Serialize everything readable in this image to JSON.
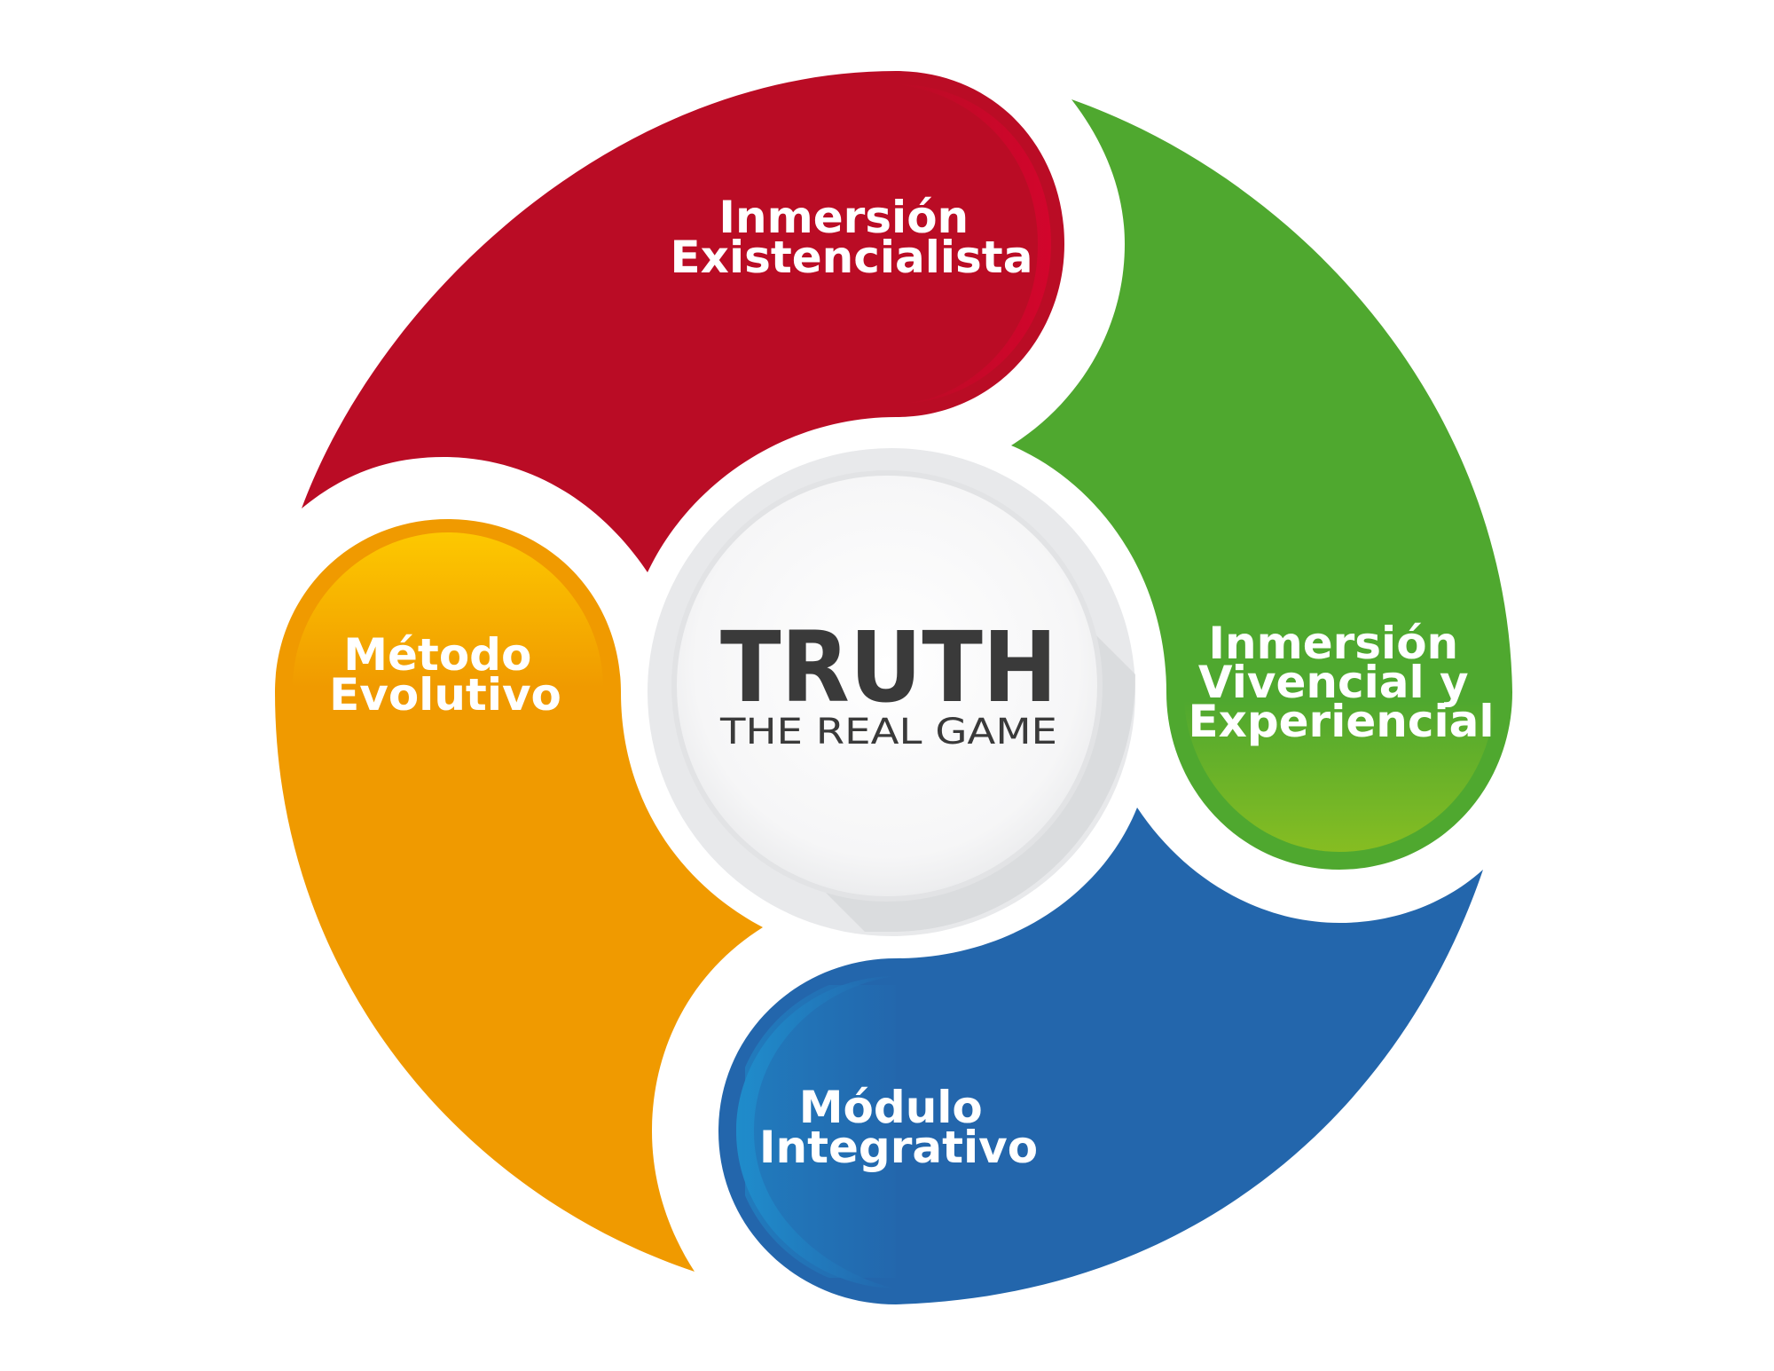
{
  "center": {
    "title": "TRUTH",
    "subtitle": "THE REAL GAME"
  },
  "segments": [
    {
      "id": "existencialista",
      "lines": [
        "Inmersión",
        "Existencialista"
      ],
      "color": "#BA0C25",
      "color_light": "#D2052C"
    },
    {
      "id": "vivencial",
      "lines": [
        "Inmersión",
        "Vivencial y",
        "Experiencial"
      ],
      "color": "#4FA82F",
      "color_light": "#86BD22"
    },
    {
      "id": "integrativo",
      "lines": [
        "Módulo",
        "Integrativo"
      ],
      "color": "#2366AC",
      "color_light": "#1F8CCB"
    },
    {
      "id": "evolutivo",
      "lines": [
        "Método",
        "Evolutivo"
      ],
      "color": "#F09A00",
      "color_light": "#FDC800"
    }
  ]
}
